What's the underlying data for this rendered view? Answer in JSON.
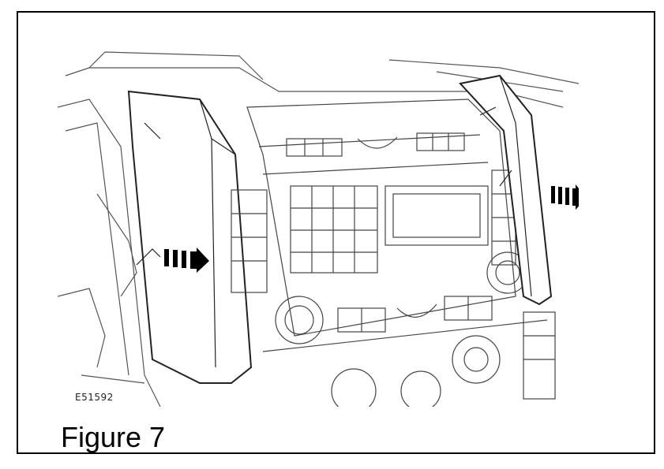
{
  "figure": {
    "image_code": "E51592",
    "caption": "Figure 7"
  },
  "arrows": [
    {
      "name": "left-panel-removal-arrow",
      "direction": "right"
    },
    {
      "name": "right-panel-removal-arrow",
      "direction": "right"
    }
  ],
  "colors": {
    "line": "#444444",
    "arrow": "#000000",
    "background": "#ffffff"
  }
}
